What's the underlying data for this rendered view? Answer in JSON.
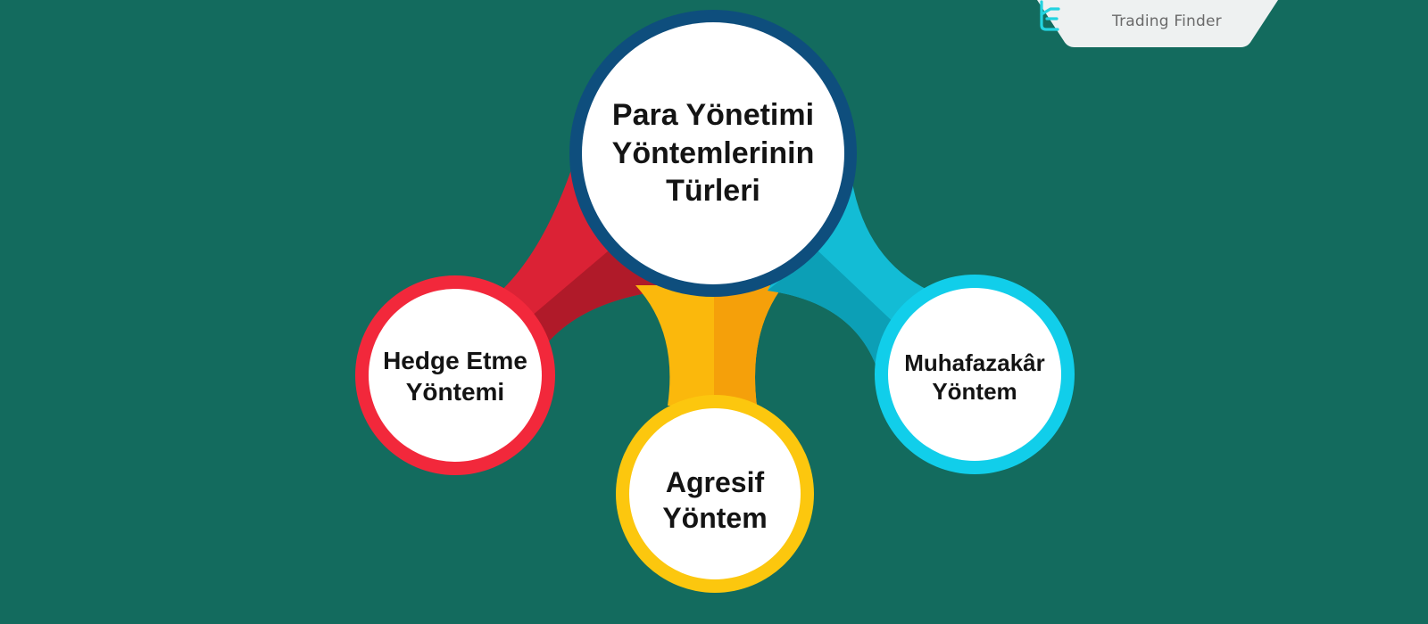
{
  "brand": {
    "name": "Trading Finder",
    "logo_icon": "tf-logo-icon",
    "accent": "#23d3e0"
  },
  "diagram": {
    "center": {
      "label": "Para Yönetimi\nYöntemlerinin\nTürleri",
      "ring_color": "#0e4e7d"
    },
    "branches": [
      {
        "label": "Hedge Etme\nYöntemi",
        "ring_color": "#f2283b",
        "arm_color": "#db2235",
        "arm_shade": "#b01a29"
      },
      {
        "label": "Agresif\nYöntem",
        "ring_color": "#fcc70e",
        "arm_color": "#fbb80c",
        "arm_shade": "#f5a00a"
      },
      {
        "label": "Muhafazakâr\nYöntem",
        "ring_color": "#11ceea",
        "arm_color": "#13bcd5",
        "arm_shade": "#0c9fb6"
      }
    ],
    "background": "#136b5e",
    "circle_fill": "#ffffff"
  }
}
